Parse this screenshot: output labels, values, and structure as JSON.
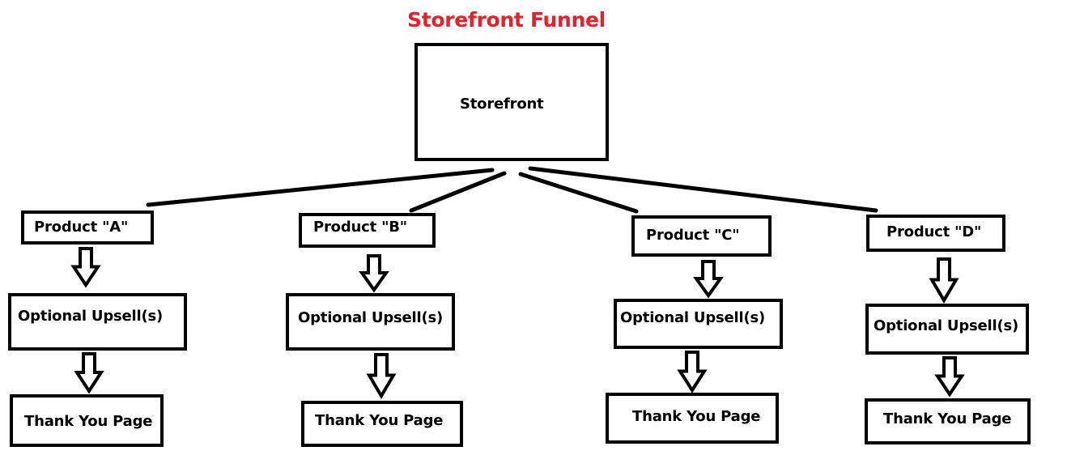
{
  "title": "Storefront Funnel",
  "colors": {
    "title": "#e8202a",
    "stroke": "#000000",
    "background": "#ffffff"
  },
  "root": {
    "label": "Storefront"
  },
  "branches": [
    {
      "product": "Product \"A\"",
      "upsell": "Optional Upsell(s)",
      "thank_you": "Thank You Page"
    },
    {
      "product": "Product \"B\"",
      "upsell": "Optional Upsell(s)",
      "thank_you": "Thank You Page"
    },
    {
      "product": "Product \"C\"",
      "upsell": "Optional Upsell(s)",
      "thank_you": "Thank You Page"
    },
    {
      "product": "Product \"D\"",
      "upsell": "Optional Upsell(s)",
      "thank_you": "Thank You Page"
    }
  ],
  "connectors": [
    {
      "from": "Storefront",
      "to": "Product \"A\"",
      "type": "line"
    },
    {
      "from": "Storefront",
      "to": "Product \"B\"",
      "type": "line"
    },
    {
      "from": "Storefront",
      "to": "Product \"C\"",
      "type": "line"
    },
    {
      "from": "Storefront",
      "to": "Product \"D\"",
      "type": "line"
    },
    {
      "from": "Product",
      "to": "Optional Upsell(s)",
      "type": "hollow-down-arrow"
    },
    {
      "from": "Optional Upsell(s)",
      "to": "Thank You Page",
      "type": "hollow-down-arrow"
    }
  ]
}
